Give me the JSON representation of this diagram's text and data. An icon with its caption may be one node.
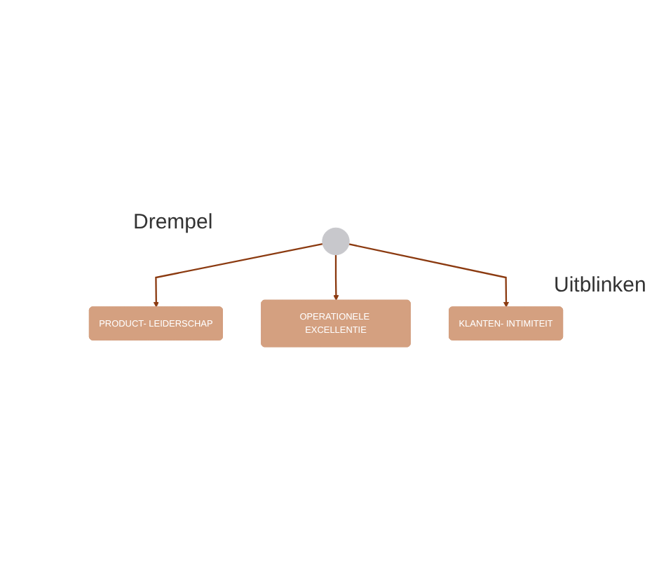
{
  "diagram": {
    "nodes": [
      {
        "text": [
          "PRODUCT- LEIDERSCHAP"
        ]
      },
      {
        "text": [],
        "shape": "circle"
      },
      {
        "text": [
          "OPERATIONELE EXCELLENTIE"
        ]
      },
      {
        "text": [
          "KLANTEN- INTIMITEIT"
        ]
      }
    ],
    "edges": [
      {
        "from": 1,
        "to": 0,
        "arrow": "to"
      },
      {
        "from": 1,
        "to": 2,
        "arrow": "to"
      },
      {
        "from": 1,
        "to": 3,
        "arrow": "to"
      }
    ],
    "labels": [
      "Drempel",
      "Uitblinken"
    ]
  }
}
